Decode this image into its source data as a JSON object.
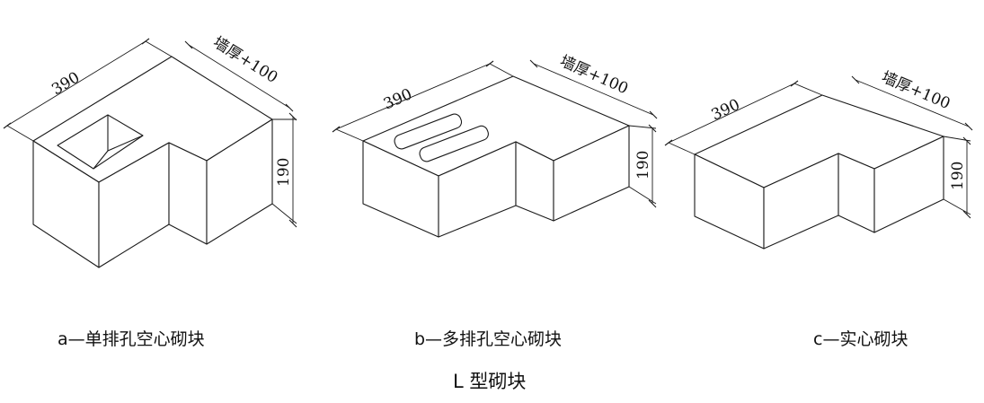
{
  "figure_title": "L 型砌块",
  "blocks": [
    {
      "caption": "a—单排孔空心砌块",
      "dim_length": "390",
      "dim_width": "墙厚+100",
      "dim_height": "190"
    },
    {
      "caption": "b—多排孔空心砌块",
      "dim_length": "390",
      "dim_width": "墙厚+100",
      "dim_height": "190"
    },
    {
      "caption": "c—实心砌块",
      "dim_length": "390",
      "dim_width": "墙厚+100",
      "dim_height": "190"
    }
  ]
}
